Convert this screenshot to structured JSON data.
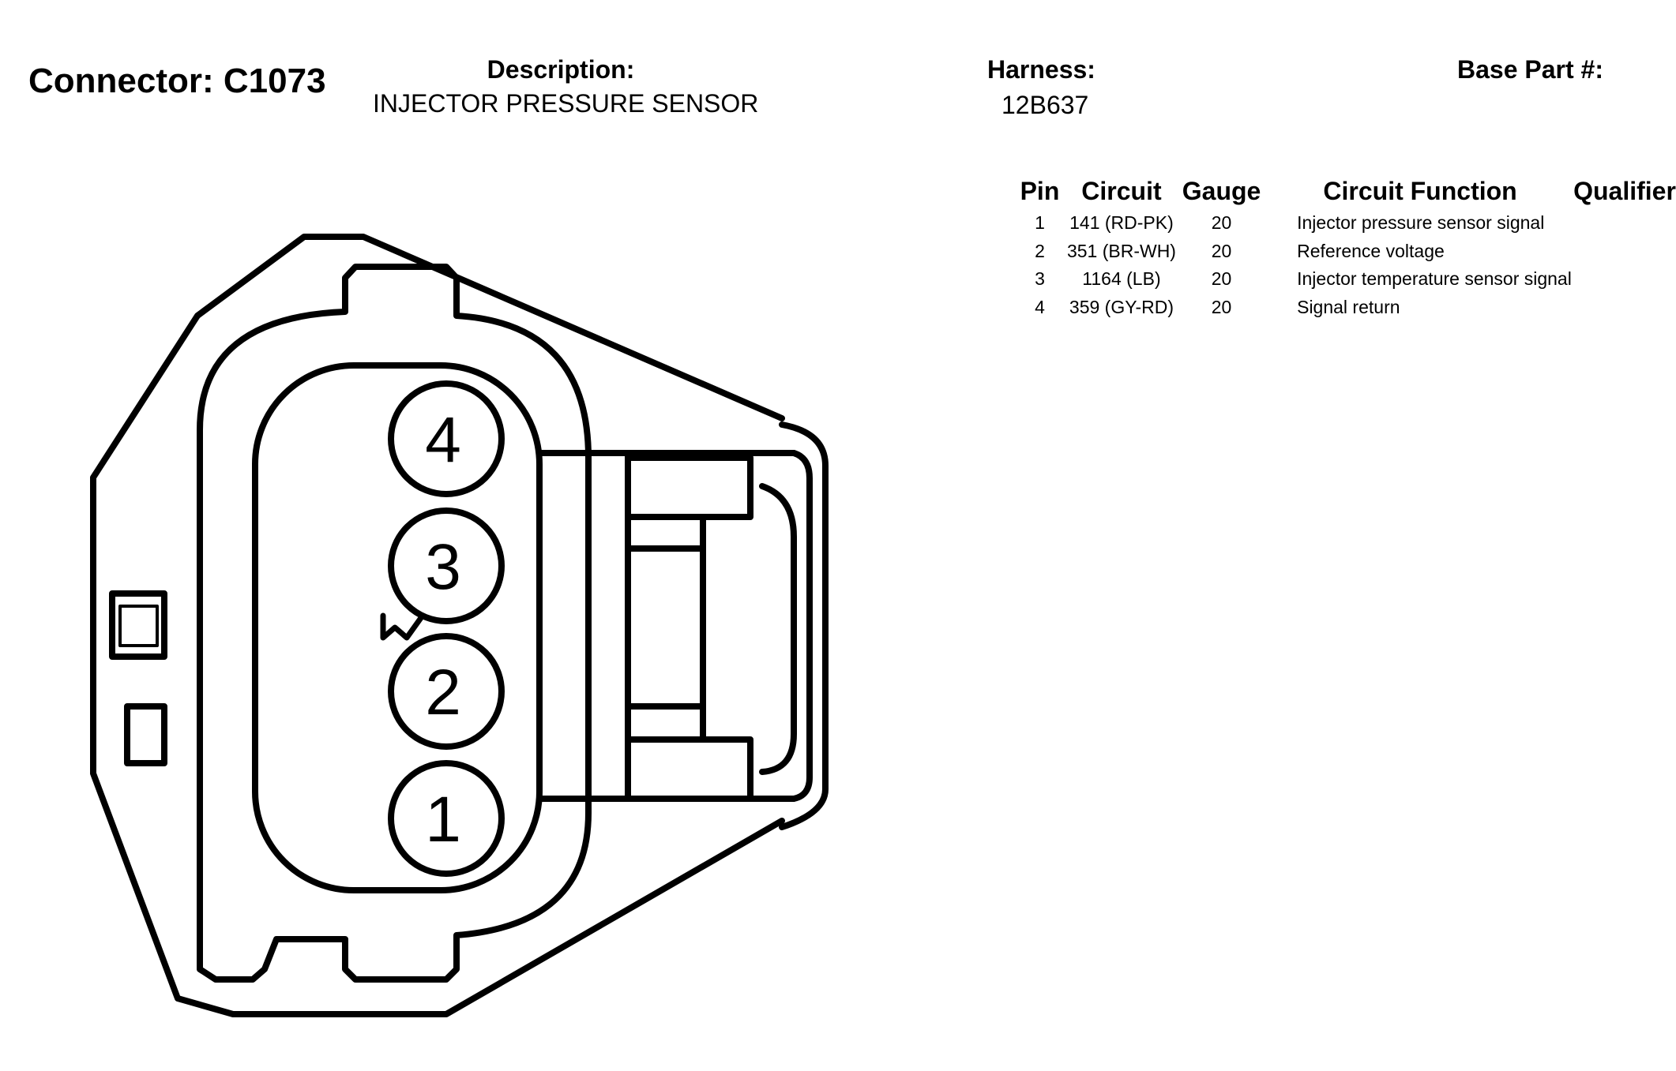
{
  "header": {
    "connector_title": "Connector: C1073",
    "description_label": "Description:",
    "description_value": "INJECTOR PRESSURE SENSOR",
    "harness_label": "Harness:",
    "harness_value": "12B637",
    "base_part_label": "Base Part #:"
  },
  "table": {
    "headers": {
      "pin": "Pin",
      "circuit": "Circuit",
      "gauge": "Gauge",
      "function": "Circuit Function",
      "qualifier": "Qualifier"
    },
    "rows": [
      {
        "pin": "1",
        "circuit": "141 (RD-PK)",
        "gauge": "20",
        "function": "Injector pressure sensor signal",
        "qualifier": ""
      },
      {
        "pin": "2",
        "circuit": "351 (BR-WH)",
        "gauge": "20",
        "function": "Reference voltage",
        "qualifier": ""
      },
      {
        "pin": "3",
        "circuit": "1164 (LB)",
        "gauge": "20",
        "function": "Injector temperature sensor signal",
        "qualifier": ""
      },
      {
        "pin": "4",
        "circuit": "359 (GY-RD)",
        "gauge": "20",
        "function": "Signal return",
        "qualifier": ""
      }
    ]
  },
  "diagram": {
    "pin_labels": [
      "4",
      "3",
      "2",
      "1"
    ],
    "marker_label": "W"
  }
}
